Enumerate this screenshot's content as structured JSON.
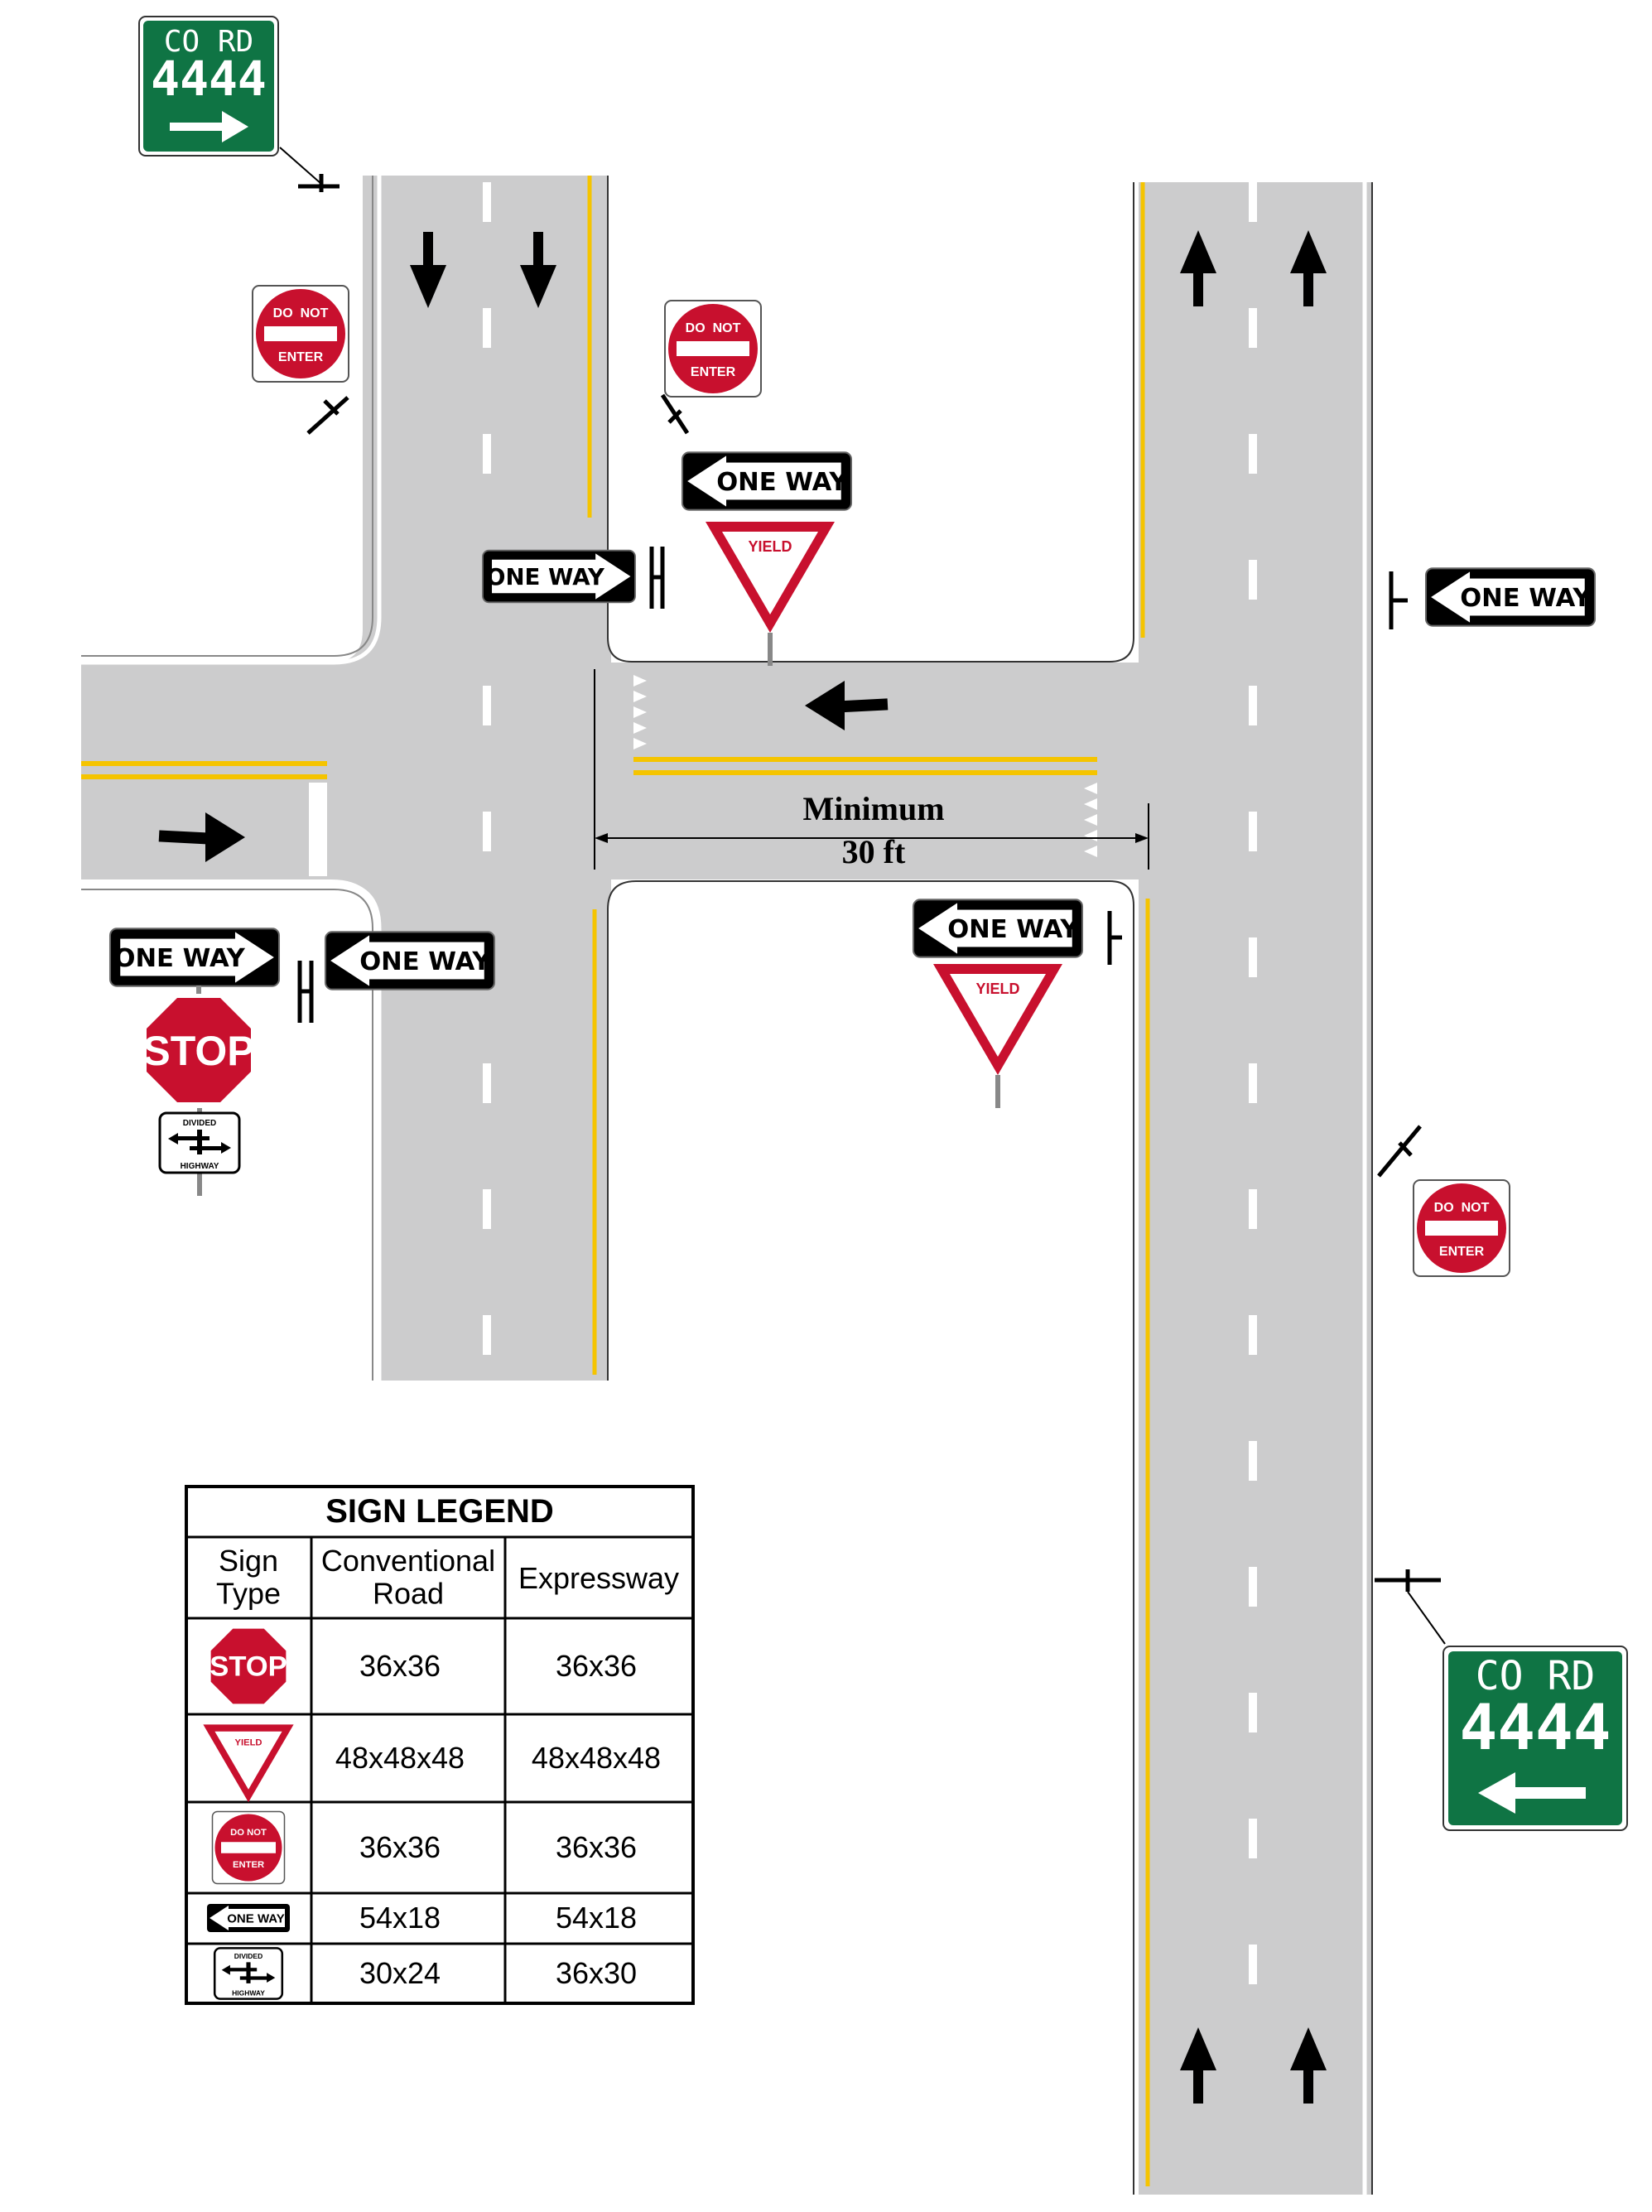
{
  "colors": {
    "road": "#cccccd",
    "yellow": "#f5c400",
    "guide_green": "#0f7444",
    "stop_red": "#c8102e",
    "black": "#000000",
    "white": "#ffffff"
  },
  "guide_signs": {
    "top_left": {
      "line1": "CO RD",
      "line2": "4444",
      "arrow": "right-arrow-icon"
    },
    "bottom_right": {
      "line1": "CO RD",
      "line2": "4444",
      "arrow": "left-arrow-icon"
    }
  },
  "do_not_enter": {
    "top": "DO  NOT",
    "bottom": "ENTER"
  },
  "one_way_text": "ONE WAY",
  "stop_text": "STOP",
  "yield_text": "YIELD",
  "divided_highway": {
    "top": "DIVIDED",
    "bottom": "HIGHWAY"
  },
  "dimension": {
    "line1": "Minimum",
    "line2": "30 ft"
  },
  "legend": {
    "title": "SIGN LEGEND",
    "headers": {
      "type": "Sign\nType",
      "conventional": "Conventional\nRoad",
      "expressway": "Expressway"
    },
    "rows": [
      {
        "sign": "stop-sign-icon",
        "conventional": "36x36",
        "expressway": "36x36"
      },
      {
        "sign": "yield-sign-icon",
        "conventional": "48x48x48",
        "expressway": "48x48x48"
      },
      {
        "sign": "do-not-enter-sign-icon",
        "conventional": "36x36",
        "expressway": "36x36"
      },
      {
        "sign": "one-way-sign-icon",
        "conventional": "54x18",
        "expressway": "54x18"
      },
      {
        "sign": "divided-highway-sign-icon",
        "conventional": "30x24",
        "expressway": "36x30"
      }
    ]
  }
}
